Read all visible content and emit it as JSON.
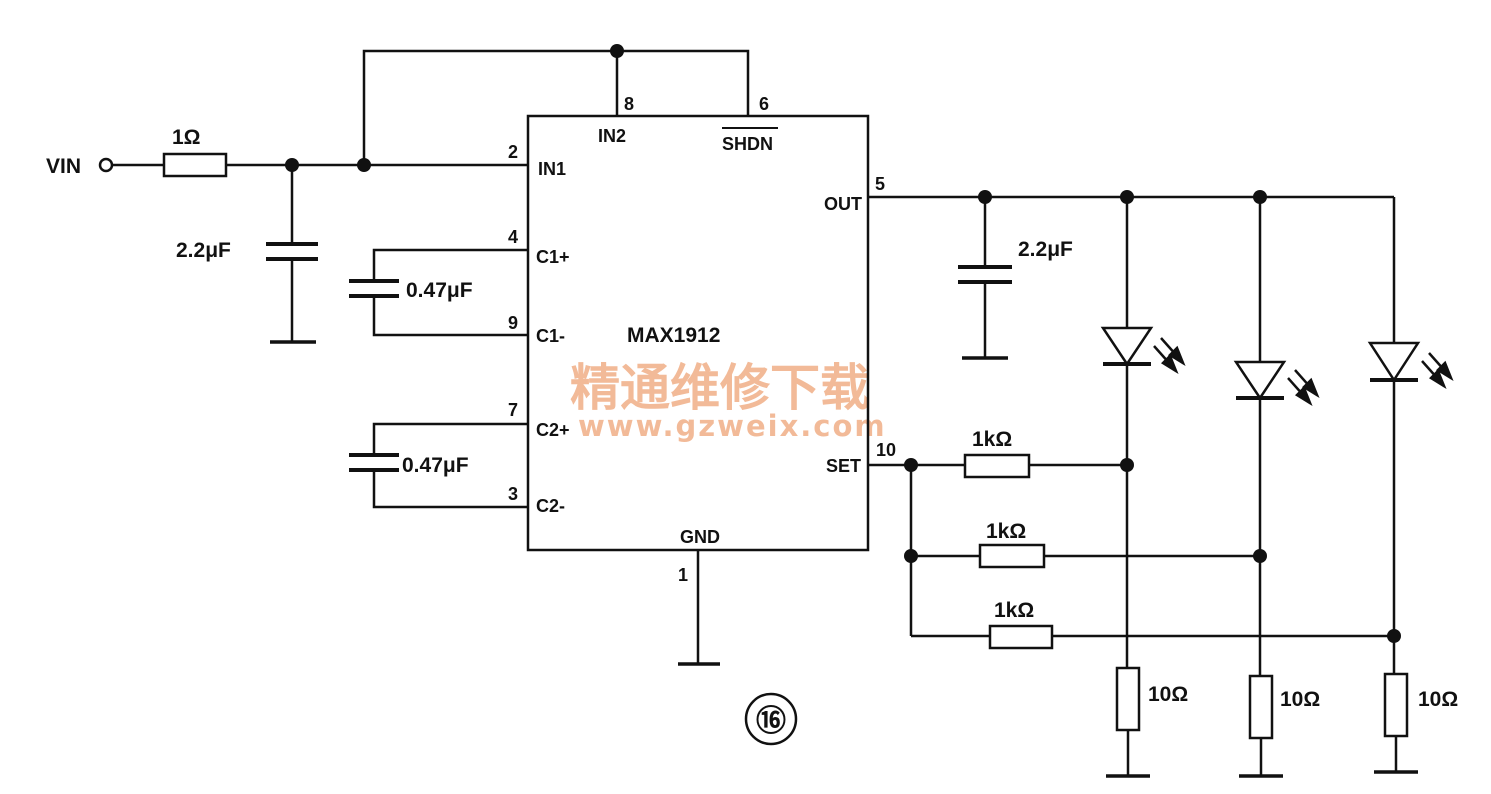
{
  "source": {
    "label": "VIN"
  },
  "input_resistor": {
    "label": "1Ω"
  },
  "input_capacitor": {
    "label": "2.2μF"
  },
  "output_capacitor": {
    "label": "2.2μF"
  },
  "flying_caps": [
    {
      "label": "0.47μF"
    },
    {
      "label": "0.47μF"
    }
  ],
  "ic": {
    "name": "MAX1912",
    "pins": {
      "in1": {
        "number": "2",
        "name": "IN1"
      },
      "in2": {
        "number": "8",
        "name": "IN2"
      },
      "shdn": {
        "number": "6",
        "name": "SHDN"
      },
      "c1p": {
        "number": "4",
        "name": "C1+"
      },
      "c1m": {
        "number": "9",
        "name": "C1-"
      },
      "c2p": {
        "number": "7",
        "name": "C2+"
      },
      "c2m": {
        "number": "3",
        "name": "C2-"
      },
      "out": {
        "number": "5",
        "name": "OUT"
      },
      "set": {
        "number": "10",
        "name": "SET"
      },
      "gnd": {
        "number": "1",
        "name": "GND"
      }
    }
  },
  "set_resistors": [
    {
      "label": "1kΩ"
    },
    {
      "label": "1kΩ"
    },
    {
      "label": "1kΩ"
    }
  ],
  "ballast_resistors": [
    {
      "label": "10Ω"
    },
    {
      "label": "10Ω"
    },
    {
      "label": "10Ω"
    }
  ],
  "figure_number": "⑯",
  "watermark": {
    "line1": "精通维修下载",
    "line2": "www.gzweix.com"
  }
}
